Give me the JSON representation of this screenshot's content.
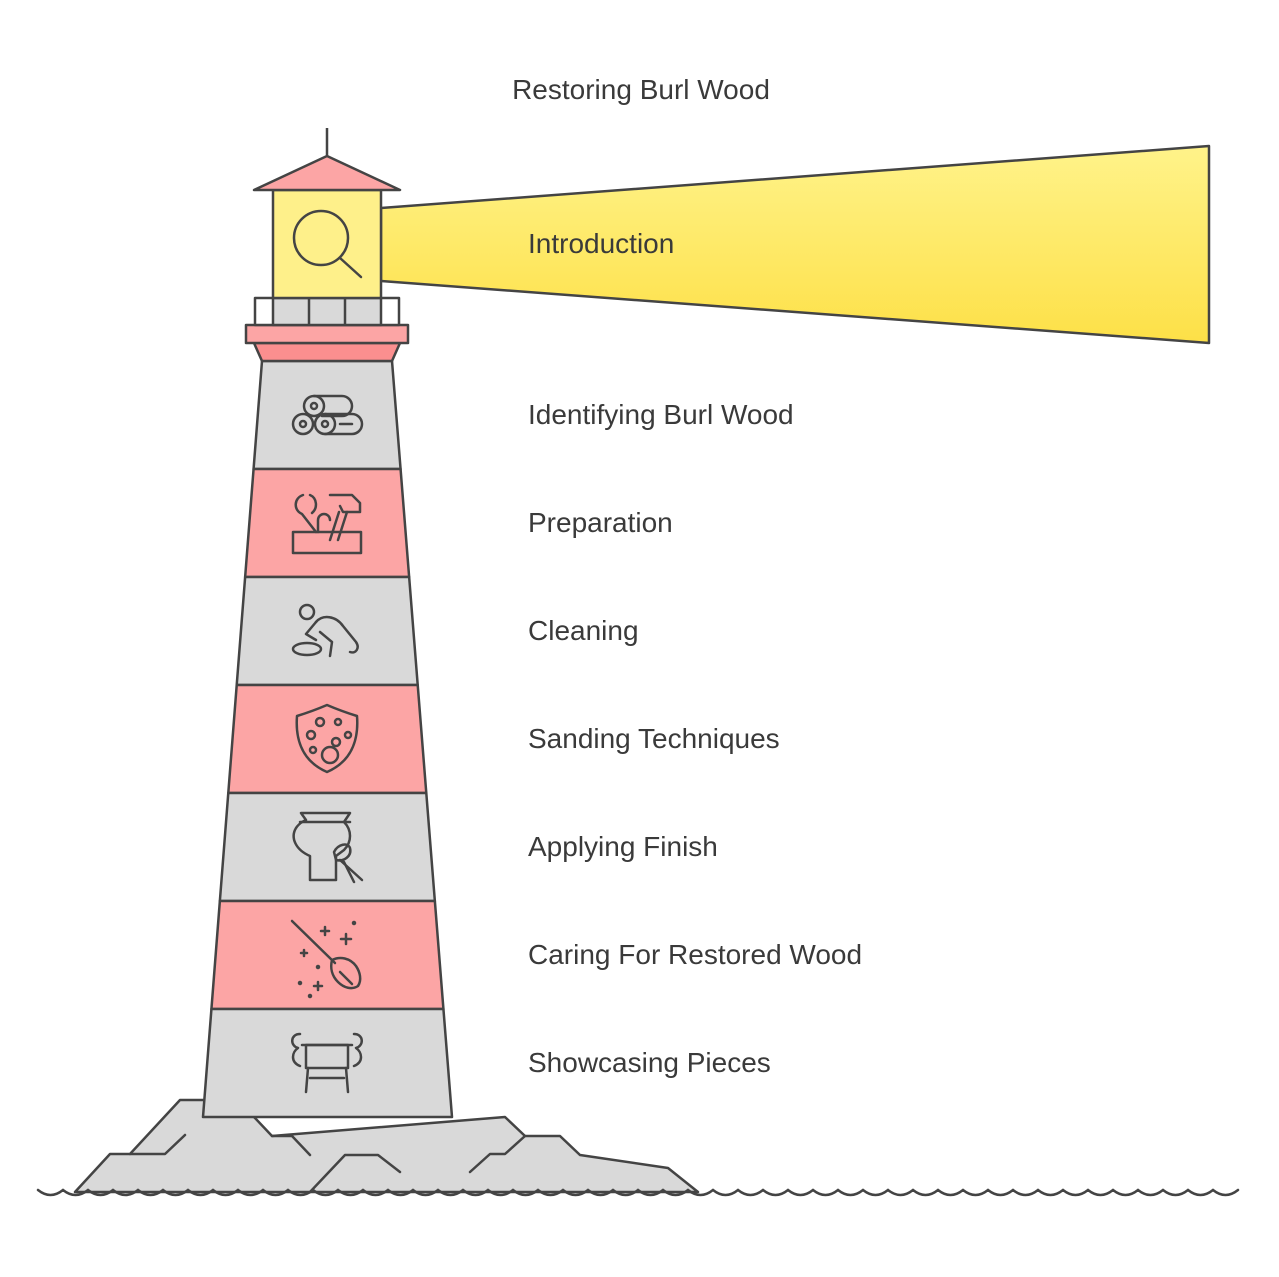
{
  "title": "Restoring Burl Wood",
  "colors": {
    "stroke": "#444444",
    "gray": "#d9d9d9",
    "red": "#fca5a5",
    "red_dark": "#fb8f8f",
    "yellow": "#fef08a",
    "beam_top": "#fff38a",
    "beam_bottom": "#fde047"
  },
  "stages": [
    {
      "label": "Introduction",
      "icon": "magnifying-glass-icon"
    },
    {
      "label": "Identifying Burl Wood",
      "icon": "wood-logs-icon"
    },
    {
      "label": "Preparation",
      "icon": "toolbox-icon"
    },
    {
      "label": "Cleaning",
      "icon": "person-scrubbing-icon"
    },
    {
      "label": "Sanding Techniques",
      "icon": "sanding-shield-icon"
    },
    {
      "label": "Applying Finish",
      "icon": "vase-brush-icon"
    },
    {
      "label": "Caring For Restored Wood",
      "icon": "sparkle-broom-icon"
    },
    {
      "label": "Showcasing Pieces",
      "icon": "display-stand-icon"
    }
  ]
}
